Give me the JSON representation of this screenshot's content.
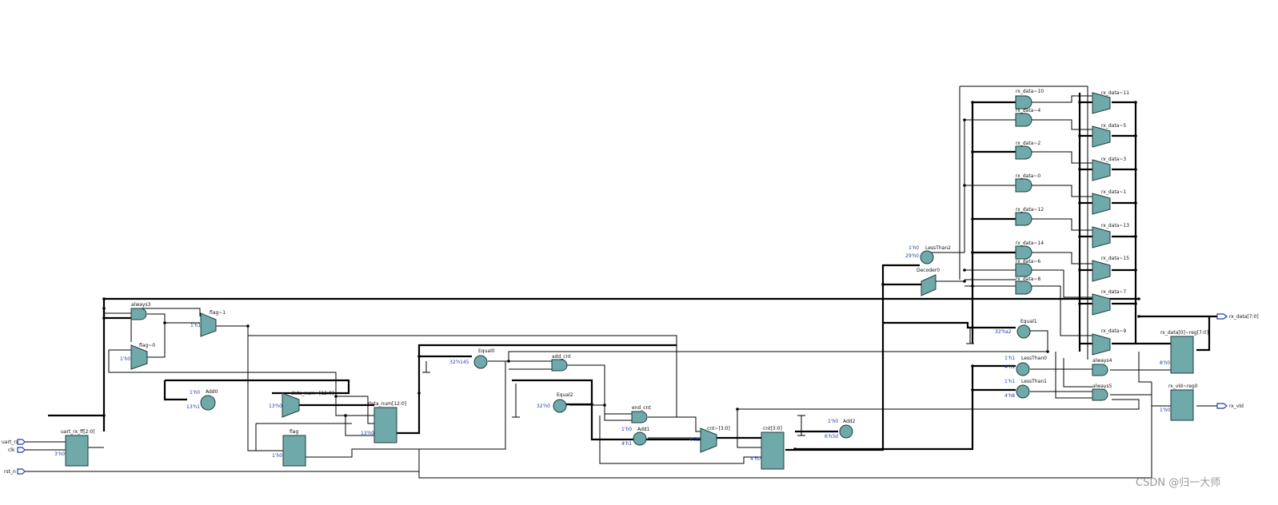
{
  "ports": {
    "uart_rx": "uart_rx",
    "clk": "clk",
    "rst_n": "rst_n",
    "rx_data": "rx_data[7:0]",
    "rx_vld": "rx_vld"
  },
  "labels": {
    "uart_rx_ff": "uart_rx_ff[2:0]",
    "flag": "flag",
    "data_num": "data_num[12:0]",
    "data_num_mux": "data_num~[12:0]",
    "cnt": "cnt[3:0]",
    "cnt_mux": "cnt~[3:0]",
    "add0": "Add0",
    "add1": "Add1",
    "add2": "Add2",
    "equal0": "Equal0",
    "equal1": "Equal1",
    "equal2": "Equal2",
    "lessthan0": "LessThan0",
    "lessthan1": "LessThan1",
    "lessthan2": "LessThan2",
    "decoder0": "Decoder0",
    "add_cnt": "add_cnt",
    "end_cnt": "end_cnt",
    "always3": "always3",
    "always4": "always4",
    "always5": "always5",
    "flag_0": "flag~0",
    "flag_1": "flag~1",
    "rx_data_reg": "rx_data[0]~reg[7:0]",
    "rx_vld_reg": "rx_vld~reg0",
    "rx_data_mux": {
      "m11": "rx_data~11",
      "m5": "rx_data~5",
      "m3": "rx_data~3",
      "m1": "rx_data~1",
      "m13": "rx_data~13",
      "m15": "rx_data~15",
      "m7": "rx_data~7",
      "m9": "rx_data~9"
    },
    "rx_data_gate": {
      "g10": "rx_data~10",
      "g4": "rx_data~4",
      "g2": "rx_data~2",
      "g0": "rx_data~0",
      "g12": "rx_data~12",
      "g14": "rx_data~14",
      "g6": "rx_data~6",
      "g8": "rx_data~8"
    }
  },
  "constants": {
    "c_1h0": "1'h0",
    "c_1h1": "1'h1",
    "c_3h0": "3'h0",
    "c_13h1": "13'h1",
    "c_13h0": "13'h0",
    "c_32h145": "32'h145",
    "c_32h0": "32'h0",
    "c_4h1": "4'h1",
    "c_4h0": "4'h0",
    "c_6h3d": "6'h3d",
    "c_29h0": "29'h0",
    "c_32ha2": "32'ha2",
    "c_8h0": "8'h0",
    "c_4h8": "4'h8"
  },
  "watermark": "CSDN @归一大师"
}
